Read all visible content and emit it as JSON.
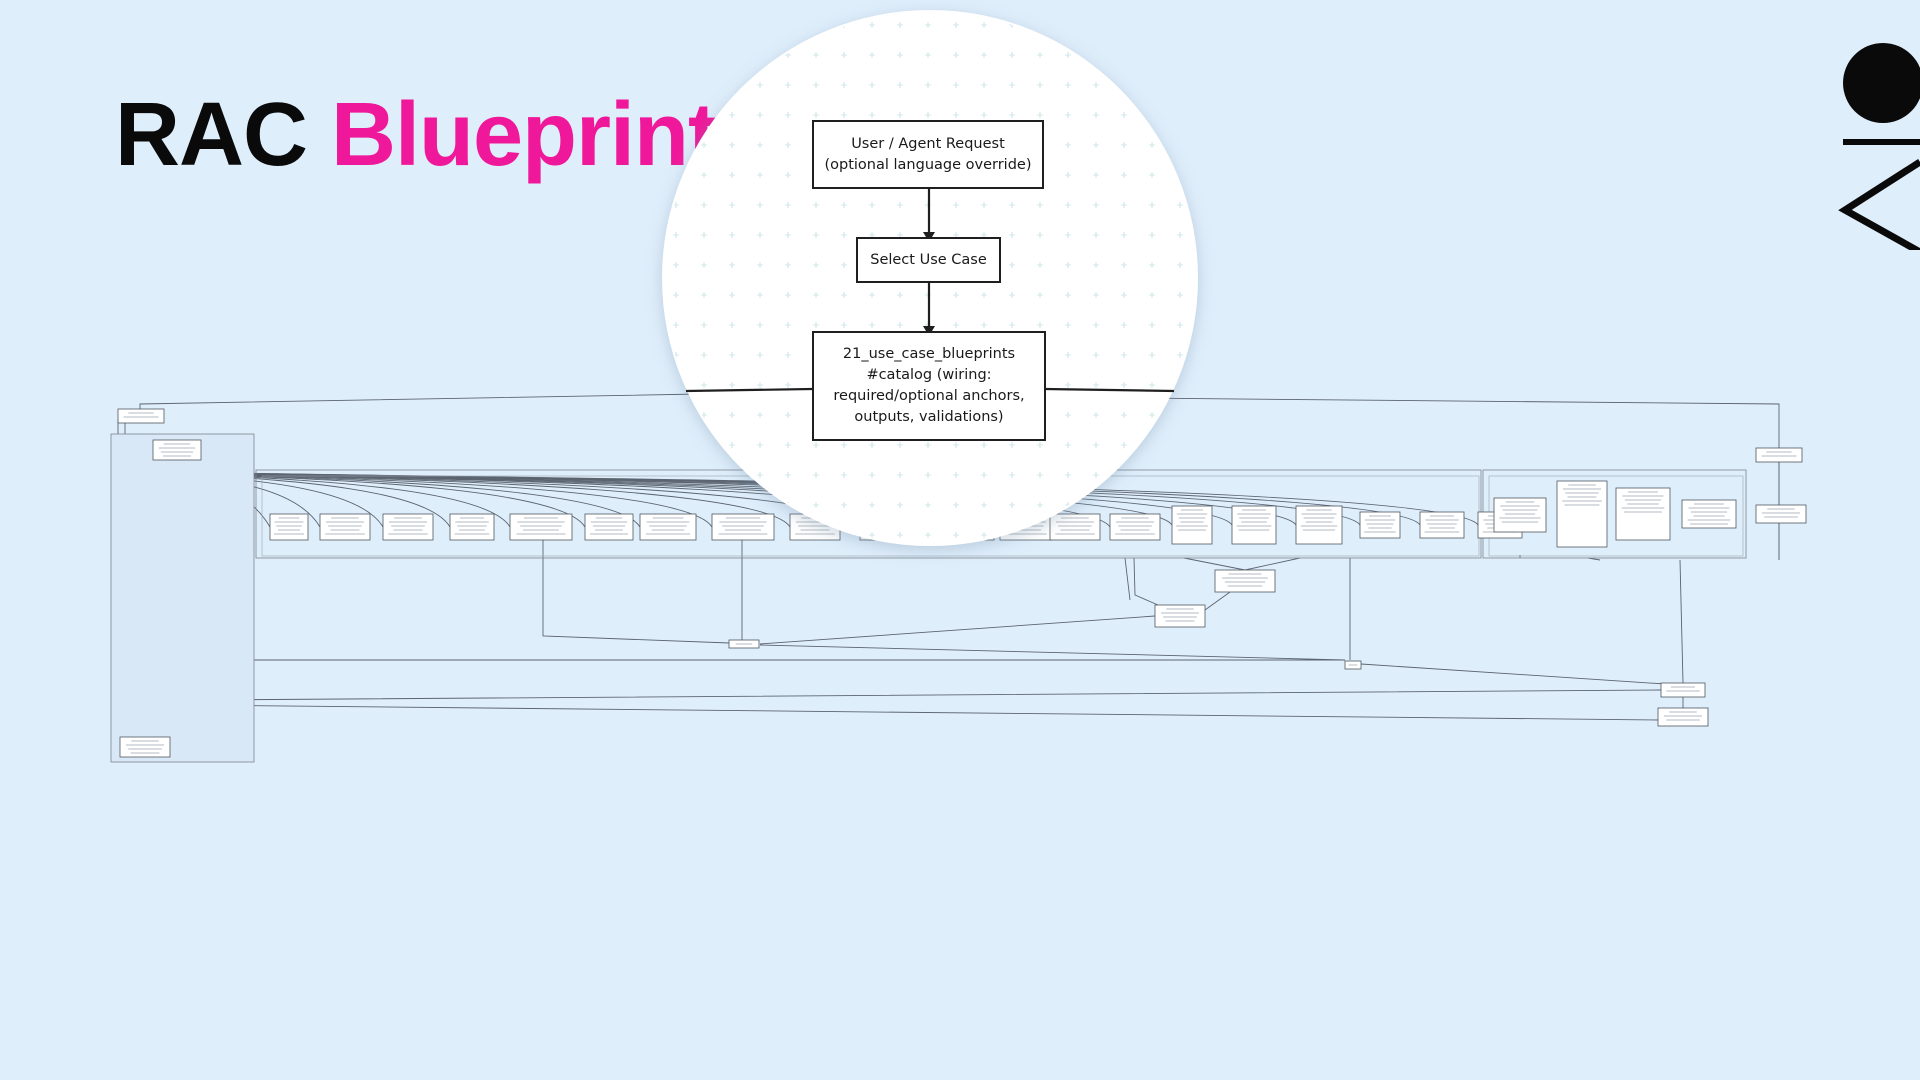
{
  "slide": {
    "title_part1": "RAC",
    "title_part2": "Blueprint",
    "colors": {
      "background": "#dfeefb",
      "title_dark": "#0a0a0a",
      "title_accent": "#f0189a"
    },
    "logo": {
      "name": "brand-mark-logo",
      "shape": "circle-over-chevron"
    }
  },
  "zoom": {
    "nodes": [
      {
        "id": "request",
        "label": "User / Agent Request\n(optional language override)"
      },
      {
        "id": "select",
        "label": "Select Use Case"
      },
      {
        "id": "catalog",
        "label": "21_use_case_blueprints\n#catalog (wiring:\nrequired/optional anchors,\noutputs, validations)"
      }
    ],
    "edges": [
      {
        "from": "request",
        "to": "select"
      },
      {
        "from": "select",
        "to": "catalog"
      }
    ]
  },
  "overview": {
    "description_visible": false,
    "row_nodes": 24,
    "right_nodes": 5,
    "lower_nodes": 5
  }
}
